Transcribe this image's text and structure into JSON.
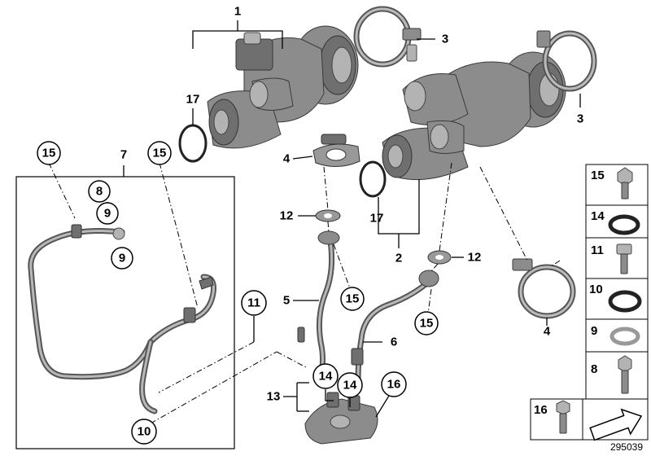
{
  "diagram_number": "295039",
  "callouts": {
    "c1": "1",
    "c3a": "3",
    "c3b": "3",
    "c17a": "17",
    "c17b": "17",
    "c4a": "4",
    "c4b": "4",
    "c7": "7",
    "c8": "8",
    "c9a": "9",
    "c9b": "9",
    "c15a": "15",
    "c15b": "15",
    "c15c": "15",
    "c15d": "15",
    "c12a": "12",
    "c12b": "12",
    "c2": "2",
    "c5": "5",
    "c6": "6",
    "c11": "11",
    "c13": "13",
    "c14a": "14",
    "c14b": "14",
    "c16": "16",
    "c10": "10"
  },
  "legend": [
    {
      "number": "15",
      "icon": "banjo-bolt-icon"
    },
    {
      "number": "14",
      "icon": "o-ring-icon"
    },
    {
      "number": "11",
      "icon": "hex-socket-bolt-icon"
    },
    {
      "number": "10",
      "icon": "seal-ring-icon"
    },
    {
      "number": "9",
      "icon": "washer-icon"
    },
    {
      "number": "8",
      "icon": "hollow-bolt-icon"
    },
    {
      "number": "16",
      "icon": "flange-bolt-icon"
    }
  ]
}
